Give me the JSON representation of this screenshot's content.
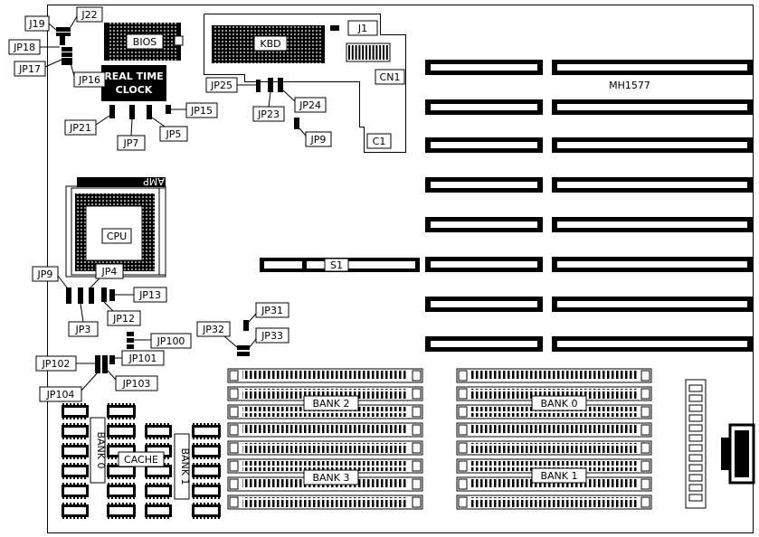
{
  "chips": {
    "bios": "BIOS",
    "kbd": "KBD",
    "rtc_line1": "REAL TIME",
    "rtc_line2": "CLOCK",
    "cpu": "CPU",
    "amp": "AMP",
    "cache": "CACHE"
  },
  "slots": {
    "model": "MH1577",
    "s1": "S1"
  },
  "banks": {
    "bank0": "BANK 0",
    "bank1": "BANK 1",
    "bank2": "BANK 2",
    "bank3": "BANK 3",
    "cache_bank0": "BANK 0",
    "cache_bank1": "BANK 1"
  },
  "connectors": {
    "cn1": "CN1",
    "c1": "C1"
  },
  "jumpers": {
    "j1": "J1",
    "j19": "J19",
    "j22": "J22",
    "jp18": "JP18",
    "jp17": "JP17",
    "jp16": "JP16",
    "jp25": "JP25",
    "jp23": "JP23",
    "jp24": "JP24",
    "jp9_top": "JP9",
    "jp21": "JP21",
    "jp7": "JP7",
    "jp5": "JP5",
    "jp15": "JP15",
    "jp9_mid": "JP9",
    "jp4": "JP4",
    "jp13": "JP13",
    "jp3": "JP3",
    "jp12": "JP12",
    "jp31": "JP31",
    "jp32": "JP32",
    "jp33": "JP33",
    "jp100": "JP100",
    "jp101": "JP101",
    "jp102": "JP102",
    "jp103": "JP103",
    "jp104": "JP104"
  }
}
